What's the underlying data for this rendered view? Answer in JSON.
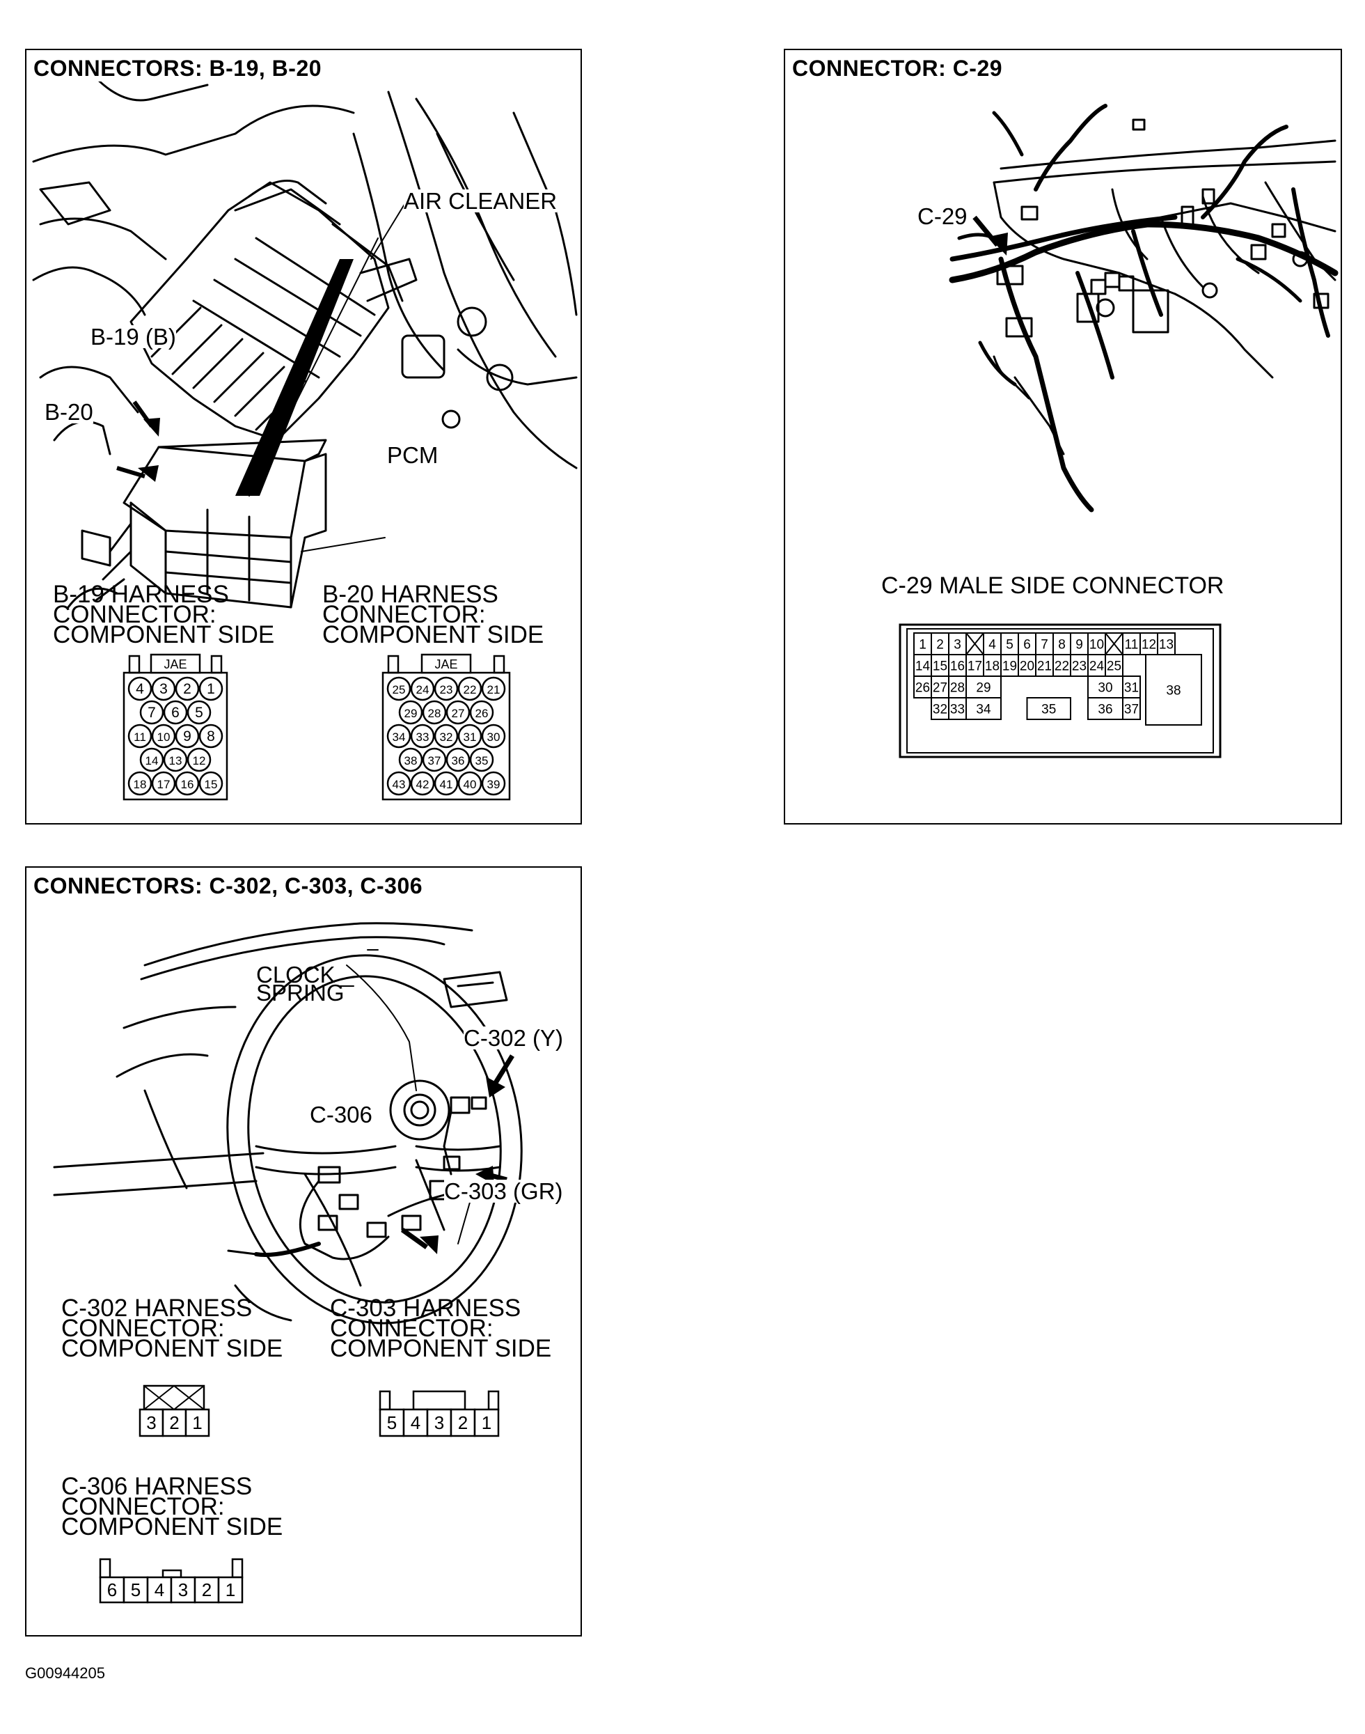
{
  "panels": {
    "b19_b20": {
      "title": "CONNECTORS: B-19, B-20",
      "labels": {
        "air_cleaner": "AIR CLEANER",
        "b19": "B-19 (B)",
        "b20": "B-20",
        "pcm": "PCM"
      },
      "b19_caption": [
        "B-19 HARNESS",
        "CONNECTOR:",
        "COMPONENT SIDE"
      ],
      "b20_caption": [
        "B-20 HARNESS",
        "CONNECTOR:",
        "COMPONENT SIDE"
      ],
      "b19_connector": {
        "maker": "JAE",
        "rows": [
          [
            "4",
            "3",
            "2",
            "1"
          ],
          [
            "7",
            "6",
            "5"
          ],
          [
            "11",
            "10",
            "9",
            "8"
          ],
          [
            "14",
            "13",
            "12"
          ],
          [
            "18",
            "17",
            "16",
            "15"
          ]
        ]
      },
      "b20_connector": {
        "maker": "JAE",
        "rows": [
          [
            "25",
            "24",
            "23",
            "22",
            "21"
          ],
          [
            "29",
            "28",
            "27",
            "26"
          ],
          [
            "34",
            "33",
            "32",
            "31",
            "30"
          ],
          [
            "38",
            "37",
            "36",
            "35"
          ],
          [
            "43",
            "42",
            "41",
            "40",
            "39"
          ]
        ]
      }
    },
    "c29": {
      "title": "CONNECTOR: C-29",
      "labels": {
        "c29": "C-29"
      },
      "caption": "C-29 MALE SIDE CONNECTOR",
      "pins": [
        "1",
        "2",
        "3",
        "4",
        "5",
        "6",
        "7",
        "8",
        "9",
        "10",
        "11",
        "12",
        "13",
        "14",
        "15",
        "16",
        "17",
        "18",
        "19",
        "20",
        "21",
        "22",
        "23",
        "24",
        "25",
        "26",
        "27",
        "28",
        "29",
        "30",
        "31",
        "32",
        "33",
        "34",
        "35",
        "36",
        "37",
        "38"
      ]
    },
    "c302": {
      "title": "CONNECTORS: C-302, C-303, C-306",
      "labels": {
        "clock": "CLOCK",
        "spring": "SPRING",
        "c302": "C-302 (Y)",
        "c306": "C-306",
        "c303": "C-303 (GR)"
      },
      "c302_caption": [
        "C-302 HARNESS",
        "CONNECTOR:",
        "COMPONENT SIDE"
      ],
      "c303_caption": [
        "C-303 HARNESS",
        "CONNECTOR:",
        "COMPONENT SIDE"
      ],
      "c306_caption": [
        "C-306 HARNESS",
        "CONNECTOR:",
        "COMPONENT SIDE"
      ],
      "c302_pins": [
        "3",
        "2",
        "1"
      ],
      "c303_pins": [
        "5",
        "4",
        "3",
        "2",
        "1"
      ],
      "c306_pins": [
        "6",
        "5",
        "4",
        "3",
        "2",
        "1"
      ]
    }
  },
  "footer": "G00944205"
}
